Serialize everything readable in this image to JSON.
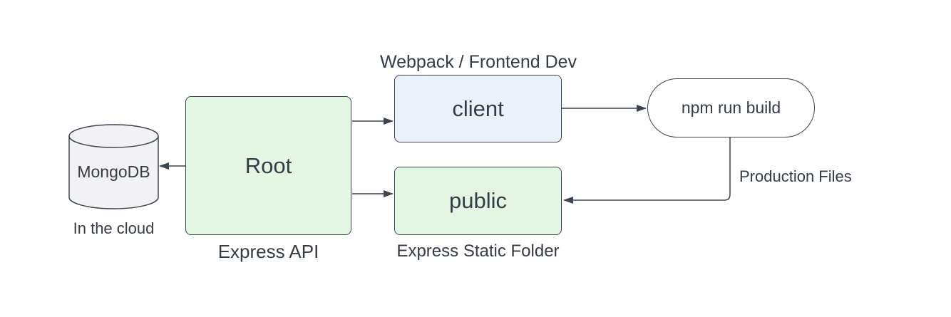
{
  "diagram": {
    "type": "architecture-flow",
    "background": "#ffffff",
    "colors": {
      "stroke": "#3a4551",
      "text": "#343c46",
      "green_fill": "#e3f6e3",
      "blue_fill": "#eaf1fb",
      "gray_fill": "#f2f2f4",
      "white_fill": "#ffffff"
    },
    "nodes": {
      "mongodb": {
        "shape": "cylinder",
        "label": "MongoDB",
        "caption": "In the cloud"
      },
      "root": {
        "shape": "rounded-rectangle",
        "label": "Root",
        "caption": "Express API"
      },
      "client": {
        "shape": "rounded-rectangle",
        "label": "client",
        "caption": "Webpack / Frontend Dev"
      },
      "public": {
        "shape": "rounded-rectangle",
        "label": "public",
        "caption": "Express Static Folder"
      },
      "npm_build": {
        "shape": "pill",
        "label": "npm run build"
      }
    },
    "edges": [
      {
        "from": "root",
        "to": "mongodb",
        "label": ""
      },
      {
        "from": "root",
        "to": "client",
        "label": ""
      },
      {
        "from": "root",
        "to": "public",
        "label": ""
      },
      {
        "from": "client",
        "to": "npm_build",
        "label": ""
      },
      {
        "from": "npm_build",
        "to": "public",
        "label": "Production Files"
      }
    ]
  }
}
